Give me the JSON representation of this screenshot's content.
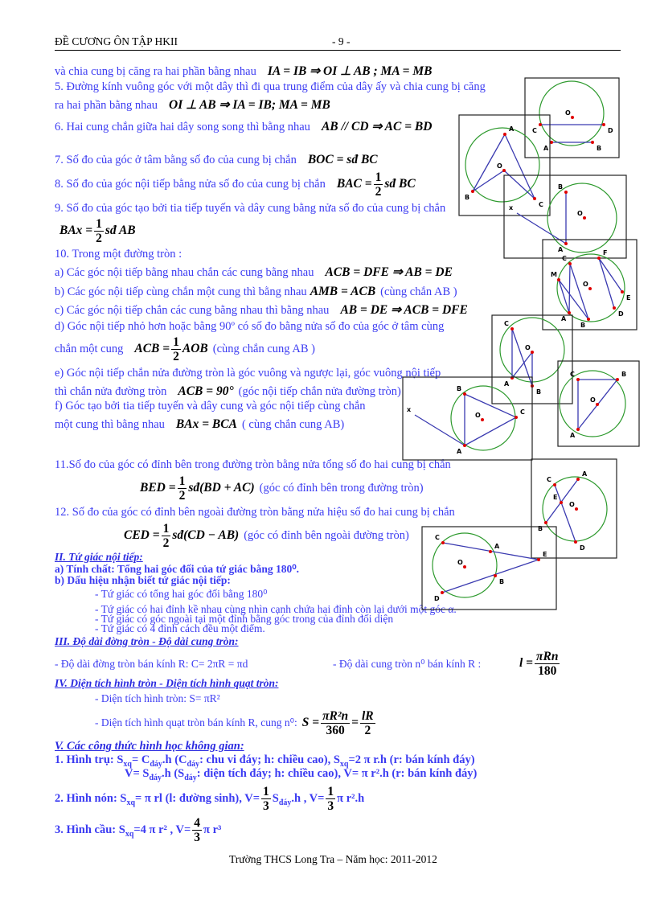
{
  "header": {
    "title": "ĐỀ CƯƠNG  ÔN TẬP HKII",
    "page": "- 9 -"
  },
  "p4": {
    "text": "và chia cung bị căng ra hai phần bằng nhau",
    "f": "IA = IB ⇒ OI ⊥ AB ; MA = MB"
  },
  "p5": {
    "text1": "5. Đường kính vuông góc với một dây thì đi qua trung điểm của dây ấy và chia cung bị căng",
    "text2": "ra hai phần bằng nhau",
    "f": "OI ⊥ AB ⇒ IA = IB; MA = MB"
  },
  "p6": {
    "text": "6. Hai cung chắn giữa hai dây song song thì bằng nhau",
    "f": "AB // CD ⇒ AC = BD"
  },
  "p7": {
    "text": "7. Số đo của góc ở tâm bằng số đo của cung bị chắn",
    "f": "BOC = sđ BC"
  },
  "p8": {
    "text": "8. Số đo của góc nội tiếp bằng nửa số đo của cung bị chắn",
    "lhs": "BAC =",
    "num": "1",
    "den": "2",
    "rhs": "sđ BC"
  },
  "p9": {
    "text": "9. Số đo của góc tạo bởi tia tiếp tuyến và dây cung bằng nửa số đo của cung bị chắn",
    "lhs": "BAx =",
    "num": "1",
    "den": "2",
    "rhs": "sđ AB"
  },
  "p10": {
    "title": "10. Trong một đường tròn :",
    "a": {
      "text": "a) Các góc nội tiếp bằng nhau chắn các cung bằng nhau",
      "f": "ACB = DFE ⇒ AB = DE"
    },
    "b": {
      "text": "b) Các góc nội tiếp cùng chắn một cung thì bằng nhau",
      "f": "AMB = ACB",
      "note": "(cùng chắn AB )"
    },
    "c": {
      "text": "c) Các góc nội tiếp chắn các cung bằng nhau thì bằng nhau",
      "f": "AB = DE ⇒ ACB = DFE"
    },
    "d": {
      "text1": "d) Góc nội tiếp nhỏ hơn hoặc bằng 90º có số đo bằng nửa số đo của góc ở tâm cùng",
      "text2": "chắn một cung",
      "lhs": "ACB =",
      "num": "1",
      "den": "2",
      "rhs": "AOB",
      "note": "(cùng chắn cung AB )"
    },
    "e": {
      "text1": "e) Góc nội tiếp chắn nửa đường tròn là góc vuông và ngược lại, góc vuông nội tiếp",
      "text2": "thì chắn nửa đường tròn",
      "f": "ACB = 90°",
      "note": "(góc nội tiếp chắn nửa đường tròn)"
    },
    "f": {
      "text1": "f) Góc tạo bởi tia tiếp tuyến và dây cung và góc nội tiếp cùng chắn",
      "text2": "một cung thì bằng nhau",
      "f": "BAx = BCA",
      "note": "( cùng chắn cung AB)"
    }
  },
  "p11": {
    "text": "11.Số đo của góc có đỉnh bên trong đường tròn bằng nửa tổng số đo hai cung bị chắn",
    "lhs": "BED =",
    "num": "1",
    "den": "2",
    "rhs": "sđ(BD + AC)",
    "note": "(góc có đỉnh bên trong đường tròn)"
  },
  "p12": {
    "text": "12. Số đo của góc có đỉnh bên ngoài đường tròn bằng nửa hiệu số đo hai cung bị chắn",
    "lhs": "CED =",
    "num": "1",
    "den": "2",
    "rhs": "sđ(CD − AB)",
    "note": "(góc có đỉnh bên ngoài đường tròn)"
  },
  "s2": {
    "heading": "II. Tứ giác nội tiếp:",
    "a": "a) Tính chất: Tổng hai góc đối của tứ giác bằng 180⁰.",
    "b": "b) Dấu hiệu nhận biết tứ giác nội tiếp:",
    "items": [
      "- Tứ giác có tổng hai góc đối bằng 180⁰",
      "- Tứ giác có hai đỉnh kề nhau cùng nhìn cạnh chứa hai đỉnh còn lại dưới   một góc α.",
      "- Tứ giác có góc ngoài tại một  đỉnh bằng góc trong của đỉnh  đối diện",
      "- Tứ giác có 4  đỉnh cách đều một  điểm."
    ]
  },
  "s3": {
    "heading": "III. Độ dài đờng   tròn - Độ dài cung tròn:",
    "left": "- Độ dài đờng   tròn bán kính R:   C= 2πR = πd",
    "right": "- Độ dài cung tròn n⁰ bán kính R :",
    "lhs": "l =",
    "num": "πRn",
    "den": "180"
  },
  "s4": {
    "heading": "IV. Diện tích hình tròn - Diện tích hình quạt tròn:",
    "circle": "- Diện tích hình tròn: S= πR²",
    "sector": "- Diện tích hình quạt tròn bán kính R, cung n⁰:",
    "lhs": "S =",
    "num1": "πR²n",
    "den1": "360",
    "eq": "=",
    "num2": "lR",
    "den2": "2"
  },
  "s5": {
    "heading": "V. Các công thức hình học không gian:",
    "l1": [
      {
        "t": "1. Hình trụ: S"
      },
      {
        "s": "xq"
      },
      {
        "t": "= C"
      },
      {
        "s": "đáy"
      },
      {
        "t": ".h (C"
      },
      {
        "s": "đáy"
      },
      {
        "t": ": chu vi đáy; h: chiều cao), S"
      },
      {
        "s": "xq"
      },
      {
        "t": "=2 π r.h (r: bán kính đáy)"
      }
    ],
    "l2": [
      {
        "t": "V= S"
      },
      {
        "s": "đáy"
      },
      {
        "t": ".h (S"
      },
      {
        "s": "đáy"
      },
      {
        "t": ": diện tích đáy; h: chiều cao), V= π r².h (r: bán kính đáy)"
      }
    ],
    "cone": {
      "a": "2. Hình nón: S",
      "sub": "xq",
      "b": "= π rl (l: đường sinh), V=",
      "num": "1",
      "den": "3",
      "c": "S",
      "csub": "đáy",
      "d": ".h , V=",
      "e": "π r².h"
    },
    "sphere": {
      "a": "3. Hình cầu: S",
      "sub": "xq",
      "b": "=4 π r²  , V=",
      "num": "4",
      "den": "3",
      "c": "π r³"
    }
  },
  "footer": "Trường THCS Long Tra – Năm học: 2011-2012",
  "figures": [
    {
      "points": [
        "C",
        "D",
        "A",
        "B",
        "O"
      ]
    },
    {
      "points": [
        "A",
        "B",
        "C",
        "O"
      ]
    },
    {
      "points": [
        "B",
        "A",
        "x",
        "O"
      ]
    },
    {
      "points": [
        "C",
        "F",
        "M",
        "E",
        "D",
        "A",
        "B",
        "O"
      ]
    },
    {
      "points": [
        "C",
        "O",
        "A",
        "B"
      ]
    },
    {
      "points": [
        "C",
        "B",
        "O",
        "A"
      ]
    },
    {
      "points": [
        "B",
        "C",
        "A",
        "x",
        "O"
      ]
    },
    {
      "points": [
        "A",
        "C",
        "E",
        "O",
        "B",
        "D"
      ]
    },
    {
      "points": [
        "C",
        "A",
        "E",
        "B",
        "D",
        "O"
      ]
    }
  ],
  "colors": {
    "text": "#3b3bf2",
    "circle": "#2e9a2e",
    "segment": "#3a3ab0",
    "point": "#e00000"
  }
}
